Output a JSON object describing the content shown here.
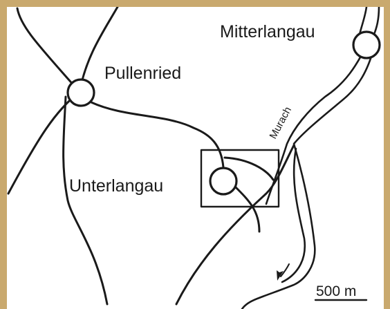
{
  "map": {
    "places": [
      {
        "id": "pullenried",
        "label": "Pullenried"
      },
      {
        "id": "mitterlangau",
        "label": "Mitterlangau"
      },
      {
        "id": "unterlangau",
        "label": "Unterlangau"
      }
    ],
    "river": {
      "label": "Murach"
    },
    "scale_bar": {
      "label": "500 m"
    },
    "colors": {
      "frame": "#c9a96e",
      "background": "#ffffff",
      "ink": "#1a1a1a"
    }
  }
}
